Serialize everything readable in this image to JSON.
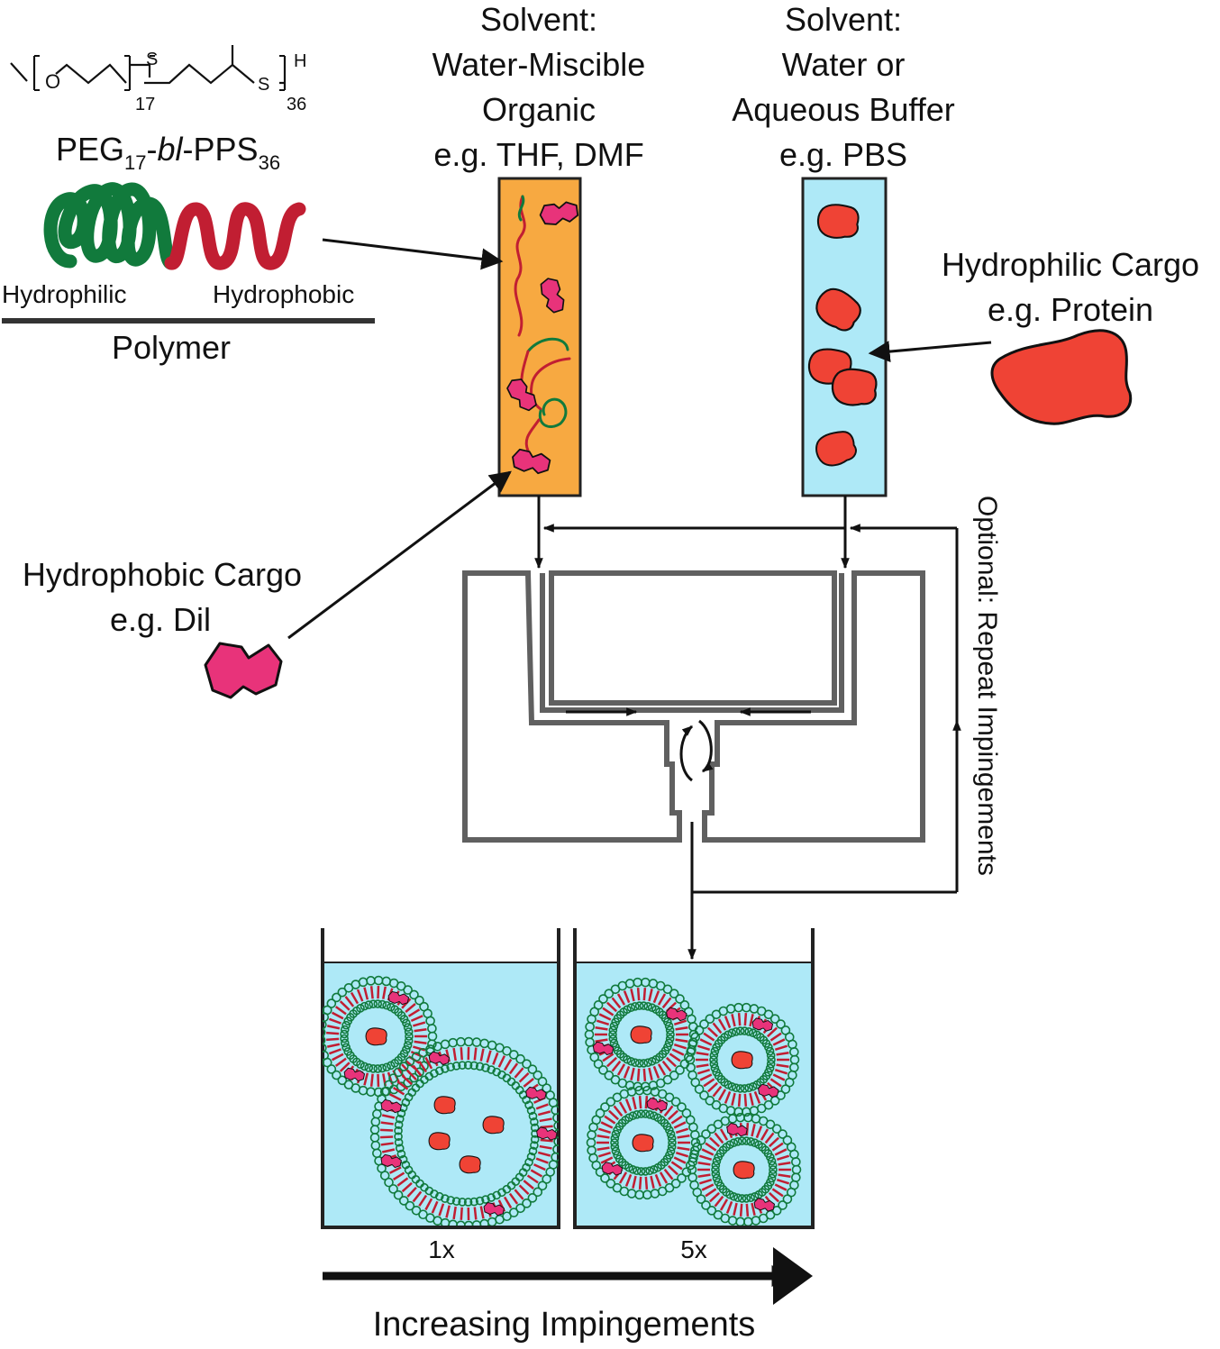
{
  "colors": {
    "organic_fill": "#f7a941",
    "aqueous_fill": "#aee9f7",
    "hydrophilic": "#117a3c",
    "hydrophobic": "#c11e32",
    "dye": "#e8337a",
    "protein": "#ef4335",
    "device": "#606060",
    "arrow": "#111111"
  },
  "polymer": {
    "formula_o": "O",
    "formula_s1": "S",
    "formula_s2": "S",
    "formula_h": "H",
    "formula_n1": "17",
    "formula_n2": "36",
    "name_a": "PEG",
    "name_sub1": "17",
    "name_b": "-",
    "name_italic": "bl",
    "name_c": "-PPS",
    "name_sub2": "36",
    "hydrophilic_label": "Hydrophilic",
    "hydrophobic_label": "Hydrophobic",
    "section_label": "Polymer"
  },
  "organic_solvent": {
    "line1": "Solvent:",
    "line2": "Water-Miscible",
    "line3": "Organic",
    "line4": "e.g. THF, DMF"
  },
  "aqueous_solvent": {
    "line1": "Solvent:",
    "line2": "Water or",
    "line3": "Aqueous Buffer",
    "line4": "e.g. PBS"
  },
  "hydrophilic_cargo": {
    "line1": "Hydrophilic Cargo",
    "line2": "e.g. Protein"
  },
  "hydrophobic_cargo": {
    "line1": "Hydrophobic Cargo",
    "line2": "e.g. Dil"
  },
  "repeat_label": "Optional: Repeat Impingements",
  "beakers": {
    "left_label": "1x",
    "right_label": "5x"
  },
  "axis_label": "Increasing Impingements"
}
